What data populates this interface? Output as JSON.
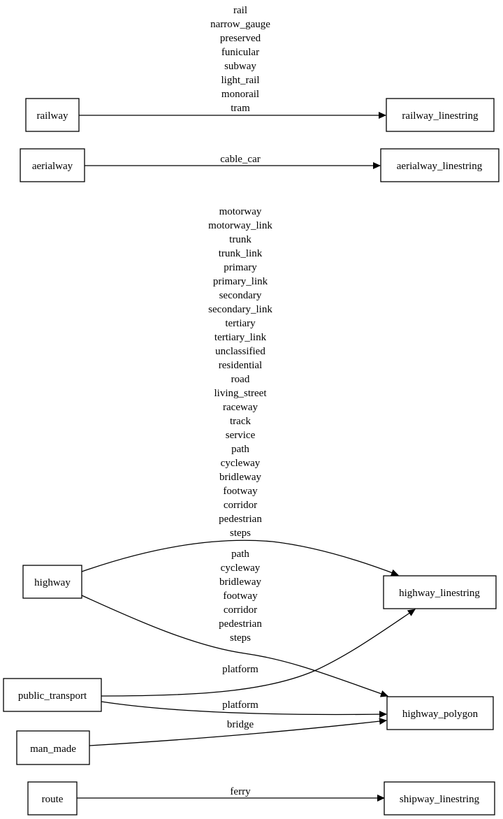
{
  "nodes": {
    "railway": "railway",
    "aerialway": "aerialway",
    "highway": "highway",
    "public_transport": "public_transport",
    "man_made": "man_made",
    "route": "route",
    "railway_linestring": "railway_linestring",
    "aerialway_linestring": "aerialway_linestring",
    "highway_linestring": "highway_linestring",
    "highway_polygon": "highway_polygon",
    "shipway_linestring": "shipway_linestring"
  },
  "edges": {
    "railway_to_railway_linestring": [
      "rail",
      "narrow_gauge",
      "preserved",
      "funicular",
      "subway",
      "light_rail",
      "monorail",
      "tram"
    ],
    "aerialway_to_aerialway_linestring": [
      "cable_car"
    ],
    "highway_to_highway_linestring": [
      "motorway",
      "motorway_link",
      "trunk",
      "trunk_link",
      "primary",
      "primary_link",
      "secondary",
      "secondary_link",
      "tertiary",
      "tertiary_link",
      "unclassified",
      "residential",
      "road",
      "living_street",
      "raceway",
      "track",
      "service",
      "path",
      "cycleway",
      "bridleway",
      "footway",
      "corridor",
      "pedestrian",
      "steps"
    ],
    "highway_to_highway_polygon": [
      "path",
      "cycleway",
      "bridleway",
      "footway",
      "corridor",
      "pedestrian",
      "steps"
    ],
    "public_transport_to_highway_linestring": [
      "platform"
    ],
    "public_transport_to_highway_polygon": [
      "platform"
    ],
    "man_made_to_highway_polygon": [
      "bridge"
    ],
    "route_to_shipway_linestring": [
      "ferry"
    ]
  }
}
